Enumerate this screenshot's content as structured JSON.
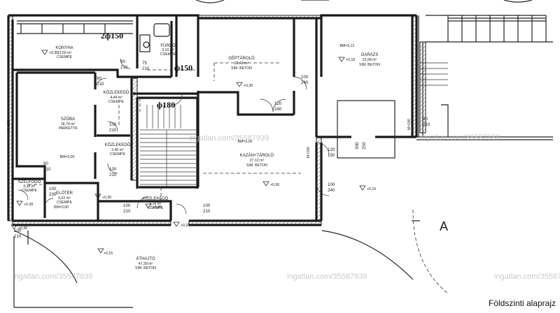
{
  "rooms": {
    "konyha": {
      "name": "KONYHA",
      "area": "13,50 m²",
      "floor": "CSEMPE"
    },
    "furdo": {
      "name": "FÜRDŐ",
      "area": "3,10 m²",
      "floor": "CSEMPE"
    },
    "geptarolo": {
      "name": "GÉPTÁROLÓ",
      "area": "22,43 m²",
      "floor": "SIM. BETON"
    },
    "garazs": {
      "name": "GARÁZS",
      "area": "22,68 m²",
      "floor": "SIM. BETON",
      "height": "BM=3,12"
    },
    "kozlekedo1": {
      "name": "KÖZLEKEDŐ",
      "area": "4,44 m²",
      "floor": "CSEMPE"
    },
    "szoba": {
      "name": "SZOBA",
      "area": "18,74 m²",
      "floor": "PARKETTA",
      "height": "BM=3,00"
    },
    "kozlekedo2": {
      "name": "KÖZLEKEDŐ",
      "area": "2,40 m²",
      "floor": "CSEMPE"
    },
    "kazantarolo": {
      "name": "KAZÁN+TÁROLÓ",
      "area": "27,12 m²",
      "floor": "SIM. BETON",
      "height": "BM=3,00"
    },
    "szelfogo": {
      "name": "SZÉLFOGÓ",
      "area": "3,38 m²",
      "floor": "CSEMPE"
    },
    "eloter": {
      "name": "ELŐTÉR",
      "area": "6,61 m²",
      "floor": "CSEMPE",
      "height": "BM=3,00"
    },
    "kozlekedo3": {
      "name": "KÖZLEKEDŐ",
      "area": "3,18 m²",
      "floor": "CSEMPE"
    },
    "athajto": {
      "name": "ÁTHAJTÓ",
      "area": "47,39 m²",
      "floor": "SIM. BETON"
    }
  },
  "dimensions": {
    "d1": "2ф150",
    "d2": "ф150",
    "d3": "ф180",
    "n90a": "90",
    "n210a": "210",
    "n75": "75",
    "n210b": "210",
    "n90b": "90",
    "n210c": "210",
    "n100a": "100",
    "n210d": "210",
    "n100b": "100",
    "n240a": "240",
    "n100c": "100",
    "n210e": "210",
    "n120a": "120",
    "n150": "150",
    "n100d": "100",
    "n240b": "240",
    "n300": "300",
    "n250": "250",
    "n90c": "90",
    "n210f": "210",
    "n90d": "90",
    "n210g": "210",
    "n100e": "100",
    "n230": "230",
    "n100f": "100",
    "n210h": "210",
    "n100g": "100",
    "n210i": "210",
    "n100h": "100",
    "n210j": "210",
    "n120b": "120",
    "n240c": "240",
    "m190a": "M=190",
    "m190b": "M=190",
    "m190c": "M=190"
  },
  "levels": {
    "l1": "+0,30",
    "l2": "+0,18",
    "l3": "+0,30",
    "l4": "+0,30",
    "l5": "+0,30",
    "l6": "+0,15",
    "l7": "+0,28",
    "l8": "+0,30",
    "l9": "+0,36",
    "l10": "+0,28",
    "l11": "+0,15"
  },
  "marker": "A",
  "watermark": "ingatlan.com/35587939",
  "caption": "Földszinti alaprajz"
}
